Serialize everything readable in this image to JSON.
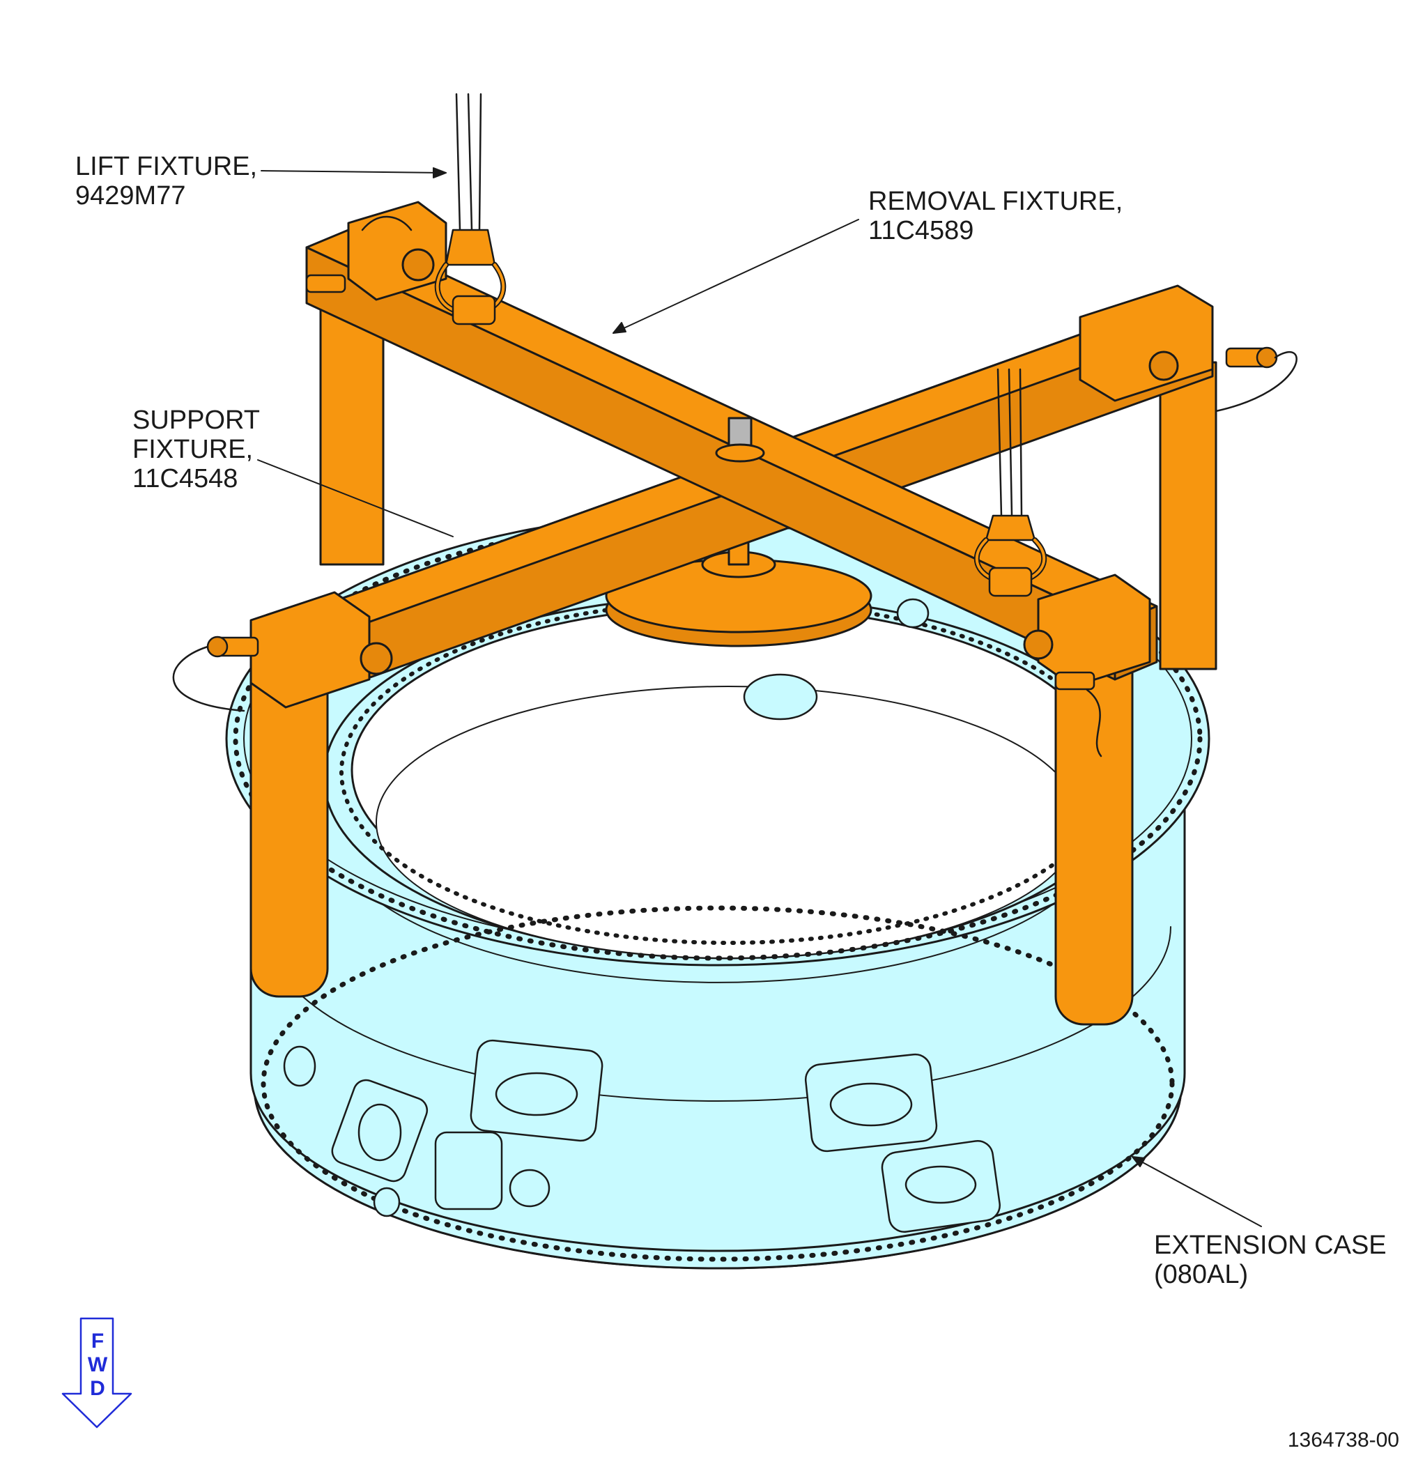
{
  "callouts": {
    "lift_fixture": {
      "name": "LIFT FIXTURE,",
      "part": "9429M77"
    },
    "removal_fixture": {
      "name": "REMOVAL FIXTURE,",
      "part": "11C4589"
    },
    "support_fixture": {
      "line1": "SUPPORT",
      "line2": "FIXTURE,",
      "part": "11C4548"
    },
    "extension_case": {
      "name": "EXTENSION CASE",
      "part": "(080AL)"
    }
  },
  "direction_indicator": {
    "letters": [
      "F",
      "W",
      "D"
    ]
  },
  "figure_id": "1364738-00",
  "colors": {
    "fixture": "#F7960F",
    "case": "#C8FAFF",
    "outline": "#1A1A1A",
    "fwd": "#1F2BD8"
  }
}
